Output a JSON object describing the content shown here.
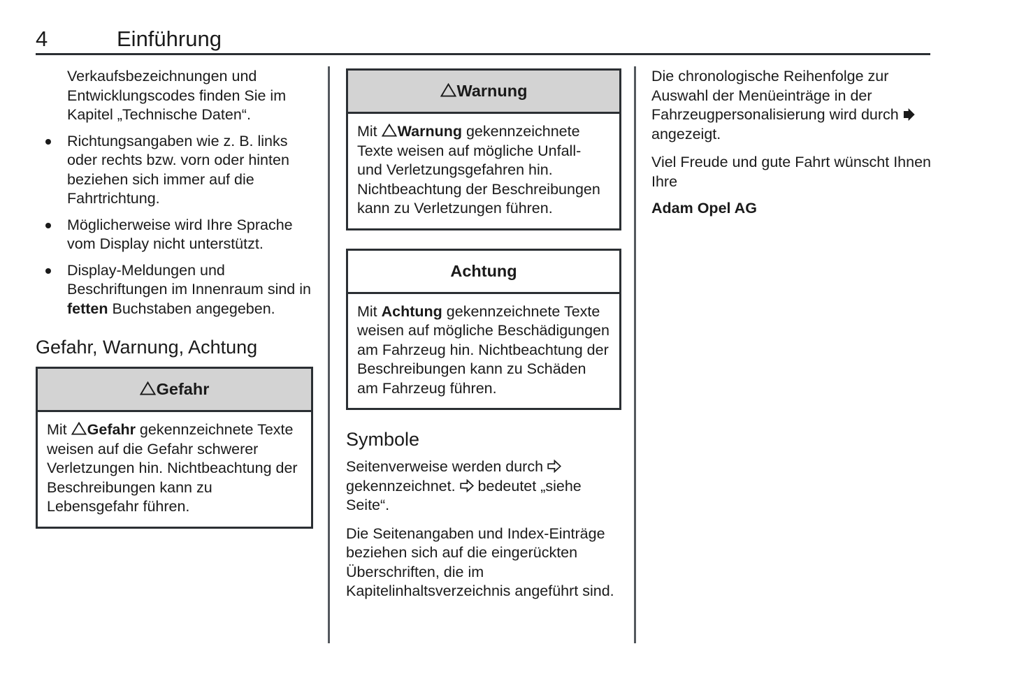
{
  "page": {
    "number": "4",
    "chapter_title": "Einführung"
  },
  "colors": {
    "text": "#1a1a1a",
    "rule": "#2b2f33",
    "divider": "#54595e",
    "box_border": "#2b2f33",
    "box_header_shaded": "#d3d3d3",
    "page_background": "#ffffff"
  },
  "column1": {
    "intro_paragraph": "Verkaufsbezeichnungen und Entwicklungscodes finden Sie im Kapitel „Technische Daten“.",
    "bullets": [
      "Richtungsangaben wie z. B. links oder rechts bzw. vorn oder hinten beziehen sich immer auf die Fahrtrichtung.",
      "Möglicherweise wird Ihre Sprache vom Display nicht unterstützt."
    ],
    "bullet3": {
      "part1": "Display-Meldungen und Beschriftungen im Innenraum sind in ",
      "bold": "fetten",
      "part2": " Buchstaben angegeben."
    },
    "heading": "Gefahr, Warnung, Achtung",
    "box_gefahr": {
      "header_label": "Gefahr",
      "header_icon": "warning-triangle-icon",
      "body_prefix": "Mit ",
      "body_bold": "Gefahr",
      "body_suffix": " gekennzeichnete Texte weisen auf die Gefahr schwerer Verletzungen hin. Nichtbeachtung der Beschreibungen kann zu Lebensgefahr führen."
    }
  },
  "column2": {
    "box_warnung": {
      "header_label": "Warnung",
      "header_icon": "warning-triangle-icon",
      "body_prefix": "Mit ",
      "body_bold": "Warnung",
      "body_suffix": " gekennzeichnete Texte weisen auf mögliche Unfall- und Verletzungsgefahren hin. Nichtbeachtung der Beschreibungen kann zu Verletzungen führen."
    },
    "box_achtung": {
      "header_label": "Achtung",
      "body_prefix": "Mit ",
      "body_bold": "Achtung",
      "body_suffix": " gekennzeichnete Texte weisen auf mögliche Beschädigungen am Fahrzeug hin. Nichtbeachtung der Beschreibungen kann zu Schäden am Fahrzeug führen."
    },
    "heading": "Symbole",
    "symbols_paragraph": {
      "part1": "Seitenverweise werden durch ",
      "icon1": "hollow-right-arrow-icon",
      "part2": " gekennzeichnet. ",
      "icon2": "hollow-right-arrow-icon",
      "part3": " bedeutet „siehe Seite“."
    },
    "index_paragraph": "Die Seitenangaben und Index-Einträge beziehen sich auf die eingerückten Überschriften, die im Kapitelinhaltsverzeichnis angeführt sind."
  },
  "column3": {
    "menu_paragraph": {
      "part1": "Die chronologische Reihenfolge zur Auswahl der Menüeinträge in der Fahrzeugpersonalisierung wird durch ",
      "icon": "solid-right-arrow-icon",
      "part2": " angezeigt."
    },
    "closing_paragraph": "Viel Freude und gute Fahrt wünscht Ihnen Ihre",
    "signature": "Adam Opel AG"
  }
}
